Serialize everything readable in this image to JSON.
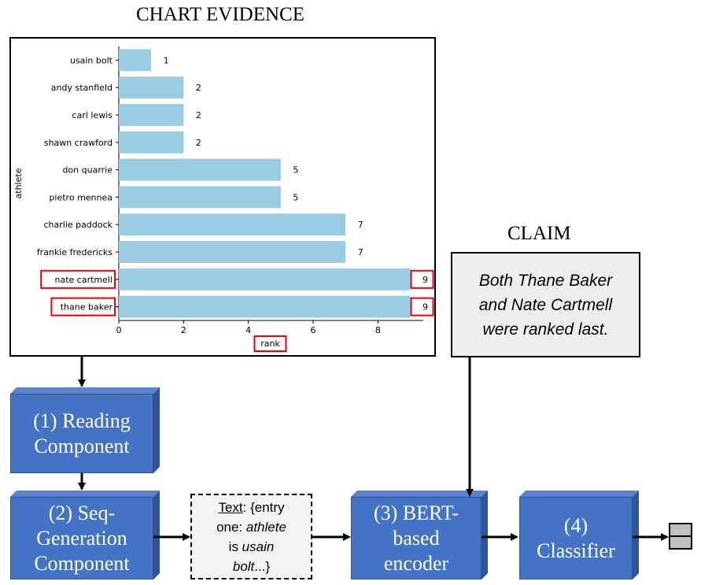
{
  "chart_title": "CHART EVIDENCE",
  "claim_title": "CLAIM",
  "claim_lines": [
    "Both Thane Baker",
    "and Nate Cartmell",
    "were ranked last."
  ],
  "text_box": {
    "line1_label": "Text",
    "line1_rest": ": {entry",
    "line2_a": "one: ",
    "line2_b": "athlete",
    "line3_a": "is ",
    "line3_b": "usain",
    "line4_a": "bolt",
    "line4_b": "...}"
  },
  "components": {
    "reading": [
      "(1) Reading",
      "Component"
    ],
    "seqgen": [
      "(2) Seq-",
      "Generation",
      "Component"
    ],
    "bert": [
      "(3) BERT-",
      "based",
      "encoder"
    ],
    "classifier": [
      "(4)",
      "Classifier"
    ]
  },
  "chart_data": {
    "type": "bar",
    "orientation": "horizontal",
    "categories": [
      "usain bolt",
      "andy stanfield",
      "carl lewis",
      "shawn crawford",
      "don quarrie",
      "pietro mennea",
      "charlie paddock",
      "frankie fredericks",
      "nate cartmell",
      "thane baker"
    ],
    "values": [
      1,
      2,
      2,
      2,
      5,
      5,
      7,
      7,
      9,
      9
    ],
    "highlighted": [
      "nate cartmell",
      "thane baker"
    ],
    "xlabel": "rank",
    "ylabel": "athlete",
    "xlim": [
      0,
      9.4
    ],
    "xticks": [
      0,
      2,
      4,
      6,
      8
    ],
    "bar_color": "#99CCE0",
    "highlight_color": "#E8000B",
    "grid": false
  },
  "colors": {
    "block": "#4472C4",
    "claim_bg": "#EEEEEE",
    "text_bg": "#F3F3F3"
  }
}
